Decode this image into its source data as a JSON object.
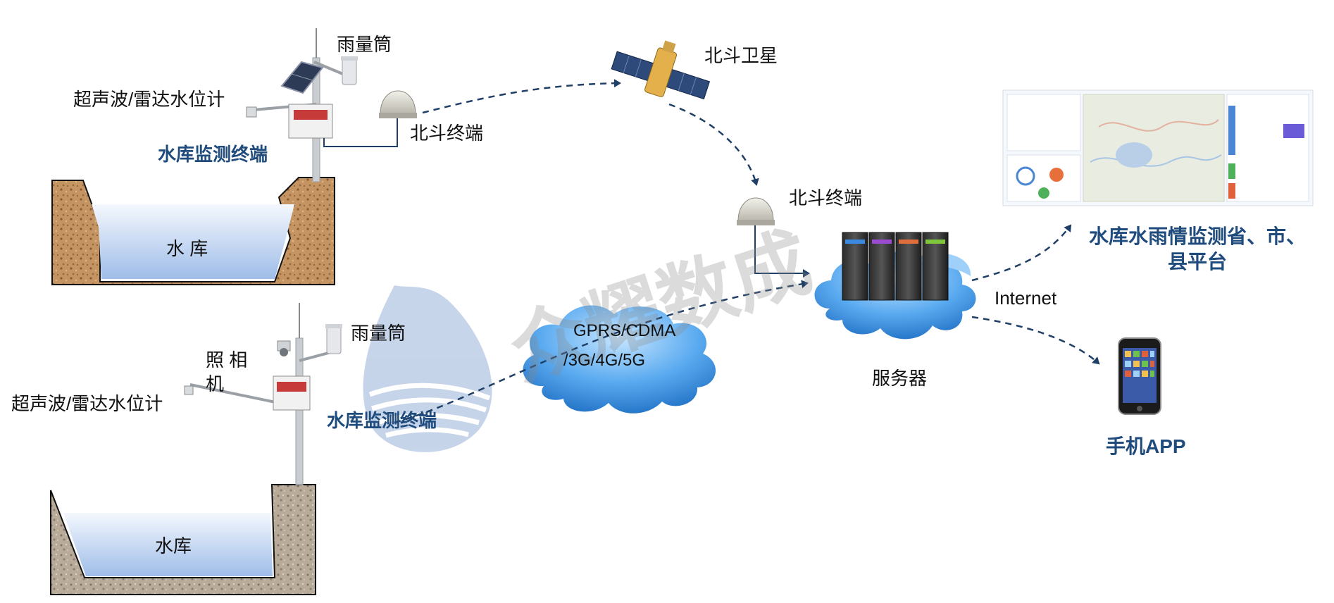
{
  "stations": {
    "top": {
      "rain_gauge": "雨量筒",
      "level_sensor": "超声波/雷达水位计",
      "terminal": "水库监测终端",
      "reservoir": "水 库",
      "beidou_terminal": "北斗终端"
    },
    "bottom": {
      "rain_gauge": "雨量筒",
      "camera": "照 相 机",
      "level_sensor": "超声波/雷达水位计",
      "terminal": "水库监测终端",
      "reservoir": "水库"
    }
  },
  "satellite": {
    "label": "北斗卫星"
  },
  "server_side": {
    "beidou_terminal": "北斗终端",
    "server": "服务器",
    "internet": "Internet"
  },
  "network": {
    "line1": "GPRS/CDMA",
    "line2": "/3G/4G/5G"
  },
  "outputs": {
    "platform": "水库水雨情监测省、市、县平台",
    "app": "手机APP"
  },
  "watermark": {
    "text": "众耀数成"
  },
  "colors": {
    "accent": "#1f4b7d",
    "cloud": "#3a8fe0",
    "arrow": "#1f3f66"
  }
}
